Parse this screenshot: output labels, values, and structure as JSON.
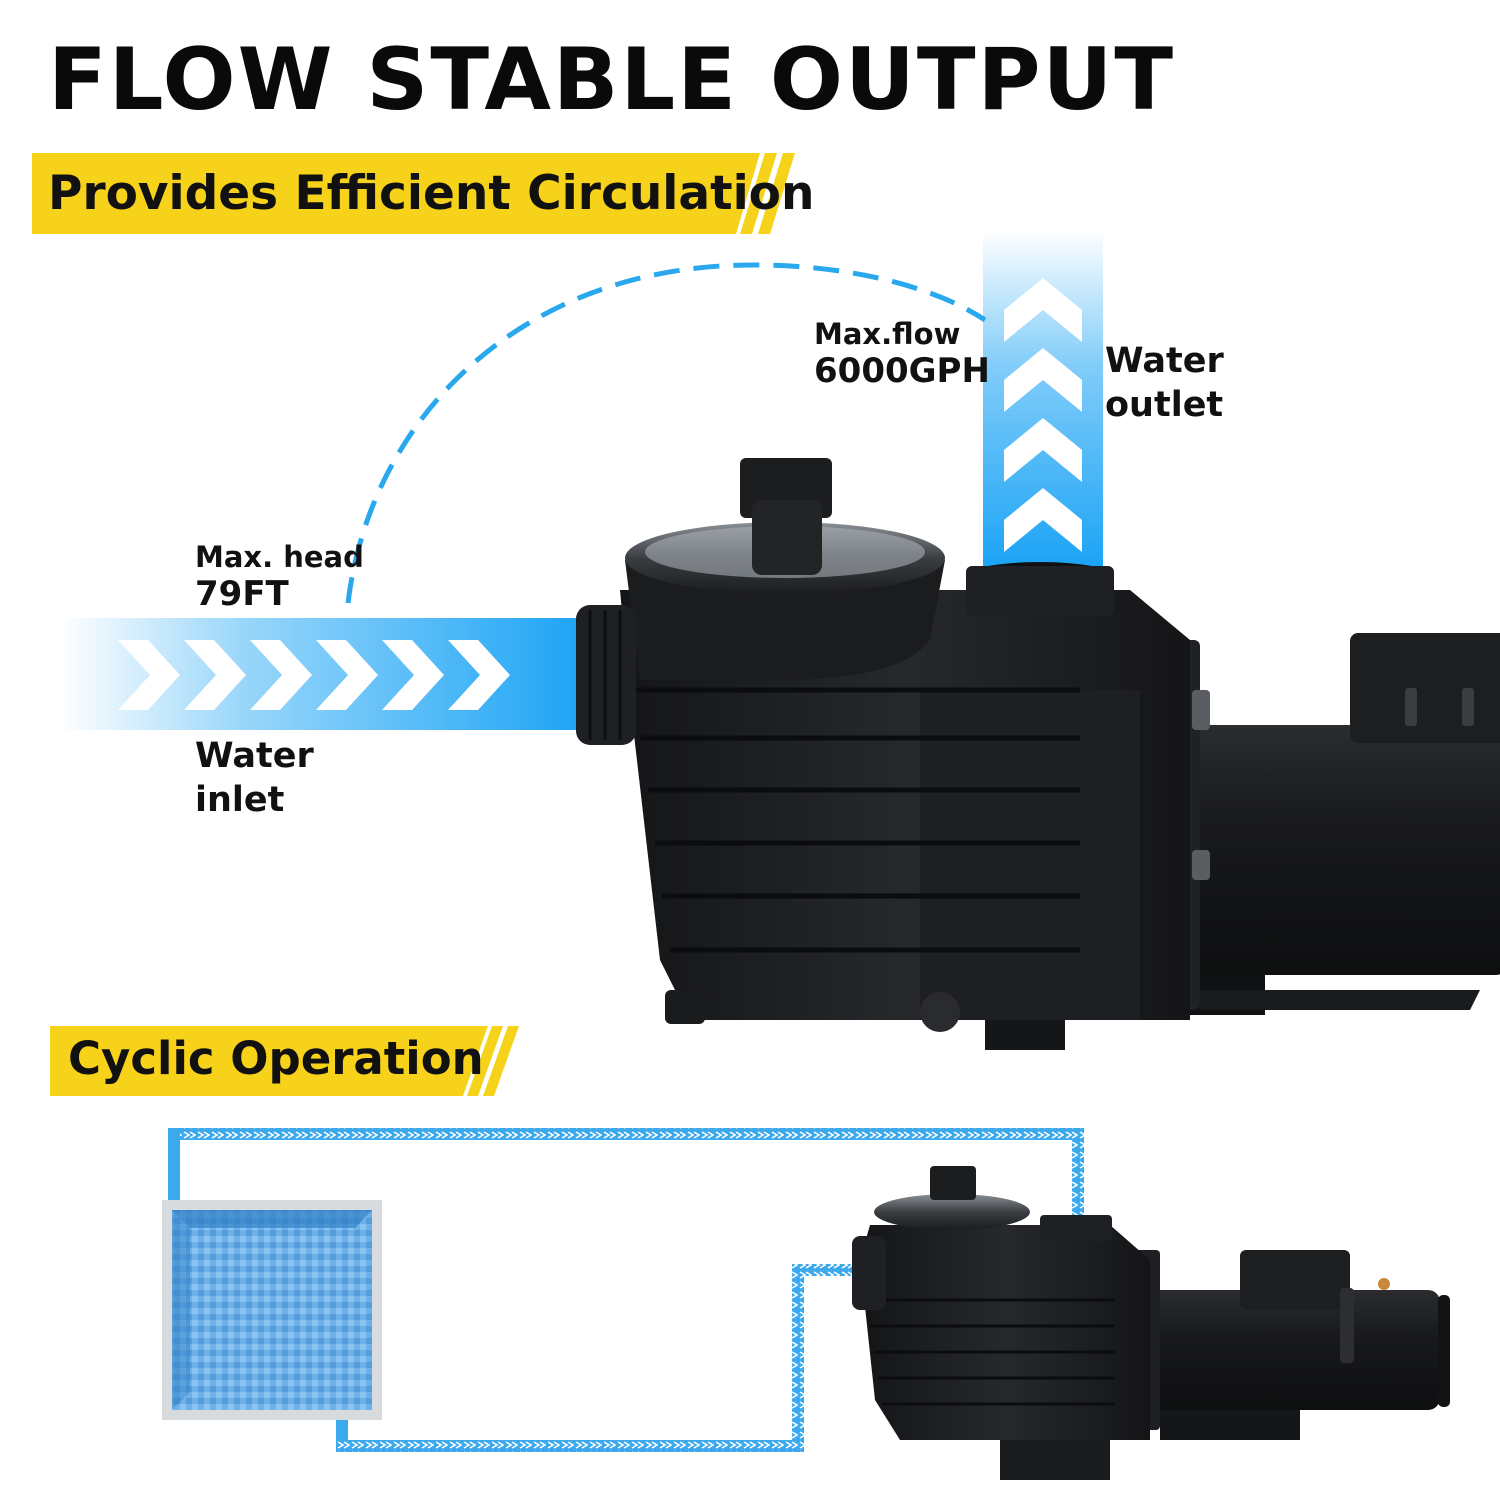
{
  "headline": "FLOW STABLE OUTPUT",
  "section_circulation": "Provides Efficient Circulation",
  "section_cyclic": "Cyclic Operation",
  "inlet": {
    "label_line1": "Water",
    "label_line2": "inlet"
  },
  "outlet": {
    "label_line1": "Water",
    "label_line2": "outlet"
  },
  "max_head": {
    "label": "Max. head",
    "value": "79FT"
  },
  "max_flow": {
    "label": "Max.flow",
    "value": "6000GPH"
  },
  "colors": {
    "banner_yellow": "#f7d21a",
    "flow_blue": "#1aa3f5",
    "dash_blue": "#2aa8ee",
    "pump_black": "#1b1c1e",
    "pool_blue": "#4d9ee0"
  },
  "icons": [
    "chevron-right-icon",
    "chevron-up-icon",
    "pool-pump-illustration",
    "swimming-pool-illustration"
  ]
}
